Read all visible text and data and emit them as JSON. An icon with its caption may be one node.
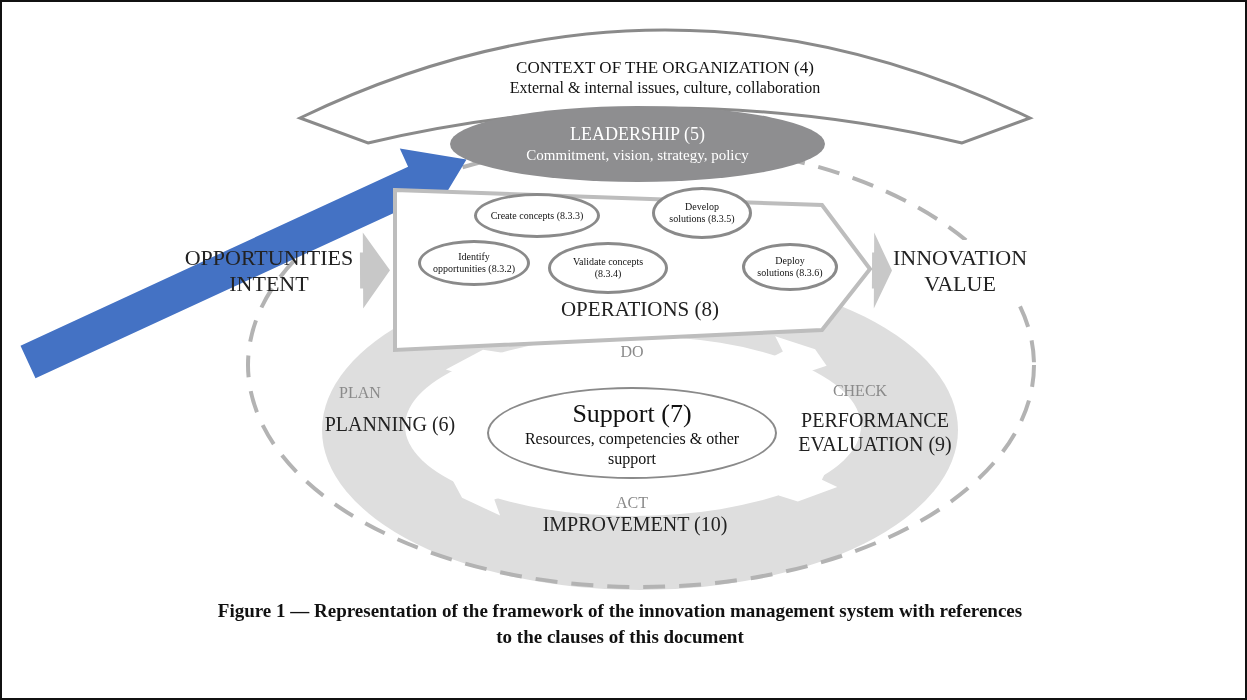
{
  "diagram": {
    "caption": "Figure 1 — Representation of the framework of the innovation management system with references to the clauses of this document",
    "nodes": [
      {
        "text": [
          "CONTEXT OF THE ORGANIZATION (4)",
          "External & internal issues, culture, collaboration"
        ]
      },
      {
        "text": [
          "LEADERSHIP (5)",
          "Commitment, vision, strategy, policy"
        ]
      },
      {
        "text": [
          "OPERATIONS (8)"
        ]
      },
      {
        "text": [
          "Identify opportunities (8.3.2)"
        ],
        "in": 2
      },
      {
        "text": [
          "Create concepts (8.3.3)"
        ],
        "in": 2
      },
      {
        "text": [
          "Validate concepts (8.3.4)"
        ],
        "in": 2
      },
      {
        "text": [
          "Develop solutions (8.3.5)"
        ],
        "in": 2
      },
      {
        "text": [
          "Deploy solutions (8.3.6)"
        ],
        "in": 2
      },
      {
        "text": [
          "OPPORTUNITIES INTENT"
        ]
      },
      {
        "text": [
          "INNOVATION VALUE"
        ]
      },
      {
        "text": [
          "Support (7)",
          "Resources, competencies & other support"
        ]
      }
    ],
    "edges": [
      {
        "from": 8,
        "to": 2,
        "arrow": "to",
        "style": "thick"
      },
      {
        "from": 2,
        "to": 9,
        "arrow": "to",
        "style": "thick"
      },
      {
        "from": null,
        "to": 1,
        "arrow": "to",
        "style": "thick",
        "color": "#4472c4"
      }
    ],
    "labels": [
      "DO",
      "PLAN",
      "PLANNING (6)",
      "CHECK",
      "PERFORMANCE EVALUATION (9)",
      "ACT",
      "IMPROVEMENT (10)"
    ]
  }
}
